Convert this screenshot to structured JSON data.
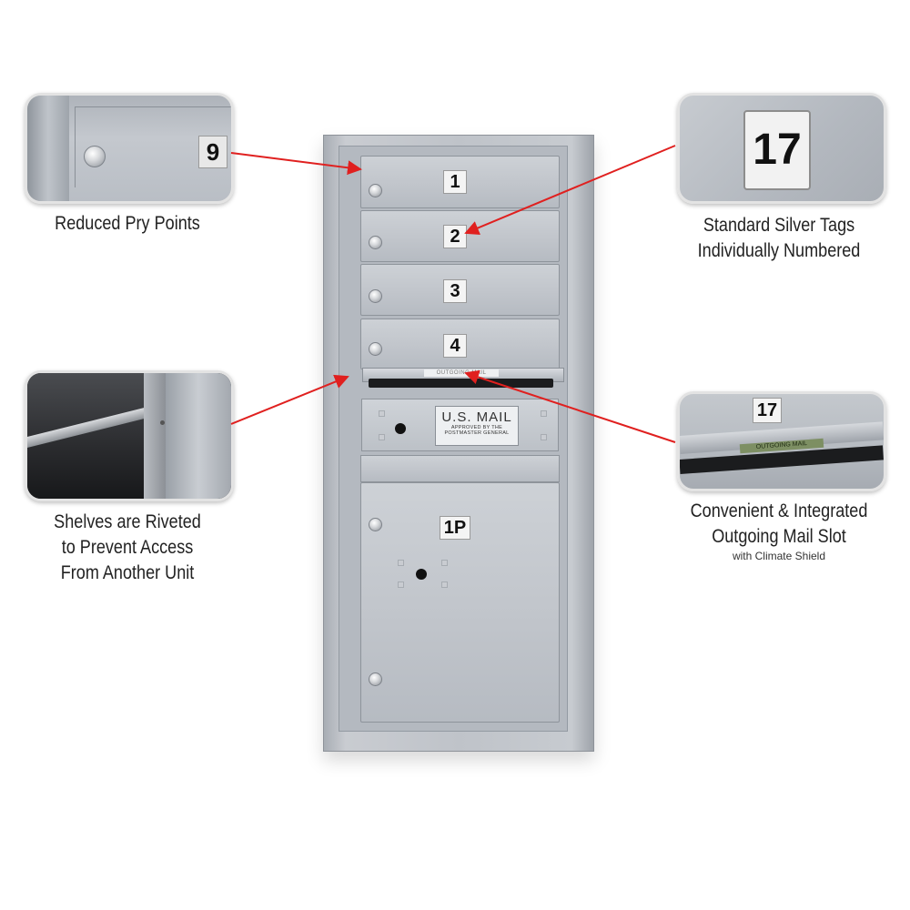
{
  "callouts": {
    "pry_points": {
      "caption": "Reduced Pry Points",
      "tag_number": "9"
    },
    "silver_tags": {
      "caption_line1": "Standard Silver Tags",
      "caption_line2": "Individually Numbered",
      "tag_number": "17"
    },
    "shelves": {
      "caption_line1": "Shelves are Riveted",
      "caption_line2": "to Prevent Access",
      "caption_line3": "From Another Unit"
    },
    "outgoing": {
      "caption_line1": "Convenient & Integrated",
      "caption_line2": "Outgoing Mail Slot",
      "subcaption": "with Climate Shield",
      "tag_number": "17",
      "slot_label": "OUTGOING MAIL"
    }
  },
  "mailbox": {
    "doors": [
      "1",
      "2",
      "3",
      "4"
    ],
    "parcel_locker": "1P",
    "slot_label": "OUTGOING MAIL",
    "plate_title": "U.S. MAIL",
    "plate_line1": "APPROVED BY THE",
    "plate_line2": "POSTMASTER GENERAL"
  },
  "colors": {
    "arrow": "#e0201f",
    "panel": "#c1c5cb",
    "tag_bg": "#f4f4f4"
  }
}
